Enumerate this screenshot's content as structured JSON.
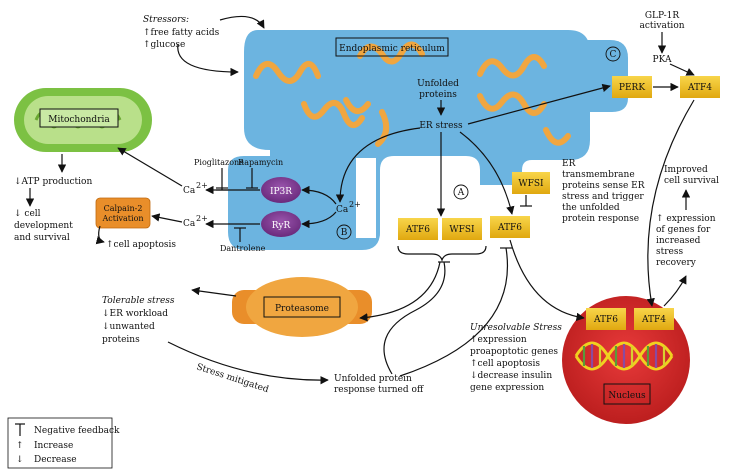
{
  "er": {
    "title": "Endoplasmic reticulum",
    "unfolded_proteins": [
      "Unfolded",
      "proteins"
    ],
    "er_stress": "ER stress"
  },
  "stressors": {
    "label": "Stressors:",
    "items": [
      "↑free fatty acids",
      "↑glucose"
    ]
  },
  "mitochondria": {
    "title": "Mitochondria",
    "atp": "↓ATP production",
    "cell_dev": [
      "↓ cell",
      "development",
      "and survival"
    ]
  },
  "calcium": {
    "ca2": "Ca",
    "sup": "2+",
    "calpain": [
      "Calpain-2",
      "Activation"
    ],
    "apoptosis": "↑cell apoptosis",
    "pioglitazone": "Pioglitazone",
    "rapamycin": "Rapamycin",
    "dantrolene": "Dantrolene",
    "ip3r": "IP3R",
    "ryr": "RyR",
    "label_b": "B"
  },
  "boxes": {
    "atf6": "ATF6",
    "wfsi": "WFSI",
    "perk": "PERK",
    "atf4": "ATF4",
    "label_a": "A",
    "label_c": "C"
  },
  "glp": {
    "line1": "GLP-1R",
    "line2": "activation",
    "pka": "PKA"
  },
  "er_sense": [
    "ER",
    "transmembrane",
    "proteins sense ER",
    "stress and trigger",
    "the unfolded",
    "protein response"
  ],
  "improved": [
    "Improved",
    "cell survival"
  ],
  "expression_up": [
    "↑ expression",
    "of genes for",
    "increased",
    "stress",
    "recovery"
  ],
  "proteasome": "Proteasome",
  "tolerable": {
    "title": "Tolerable stress",
    "items": [
      "↓ER workload",
      "↓unwanted",
      "proteins"
    ]
  },
  "stress_mitigated": "Stress mitigated",
  "upr_off": [
    "Unfolded protein",
    "response turned off"
  ],
  "unresolvable": {
    "title": "Unresolvable Stress",
    "items": [
      "↑expression",
      "proapoptotic genes",
      "↑cell apoptosis",
      "↓decrease insulin",
      "gene expression"
    ]
  },
  "nucleus": "Nucleus",
  "legend": {
    "negative": "Negative feedback",
    "increase": "Increase",
    "decrease": "Decrease",
    "up_sym": "↑",
    "down_sym": "↓"
  },
  "colors": {
    "er_fill": "#6cb4e0",
    "protein": "#f0a640",
    "mito_outer": "#7cc143",
    "mito_inner": "#b9e08a",
    "purple": "#7d3a8f",
    "yellow": "#f2c21a",
    "orange": "#e98e2a",
    "nucleus": "#d8282a"
  }
}
